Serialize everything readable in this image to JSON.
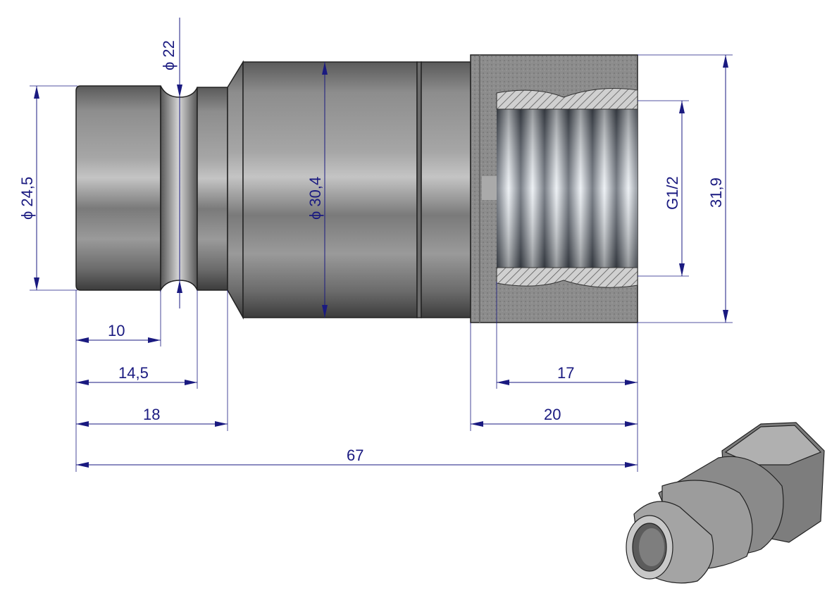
{
  "drawing": {
    "dimensions": {
      "dia_groove": "ϕ 22",
      "dia_tip": "ϕ 24,5",
      "dia_body": "ϕ 30,4",
      "thread": "G1/2",
      "hex_across": "31,9",
      "len_groove": "10",
      "len_collar": "14,5",
      "len_chamfer": "18",
      "len_thread": "17",
      "len_hex": "20",
      "len_total": "67"
    },
    "colors": {
      "dimension": "#1a1a80",
      "metal": "#8a8a8a"
    }
  }
}
